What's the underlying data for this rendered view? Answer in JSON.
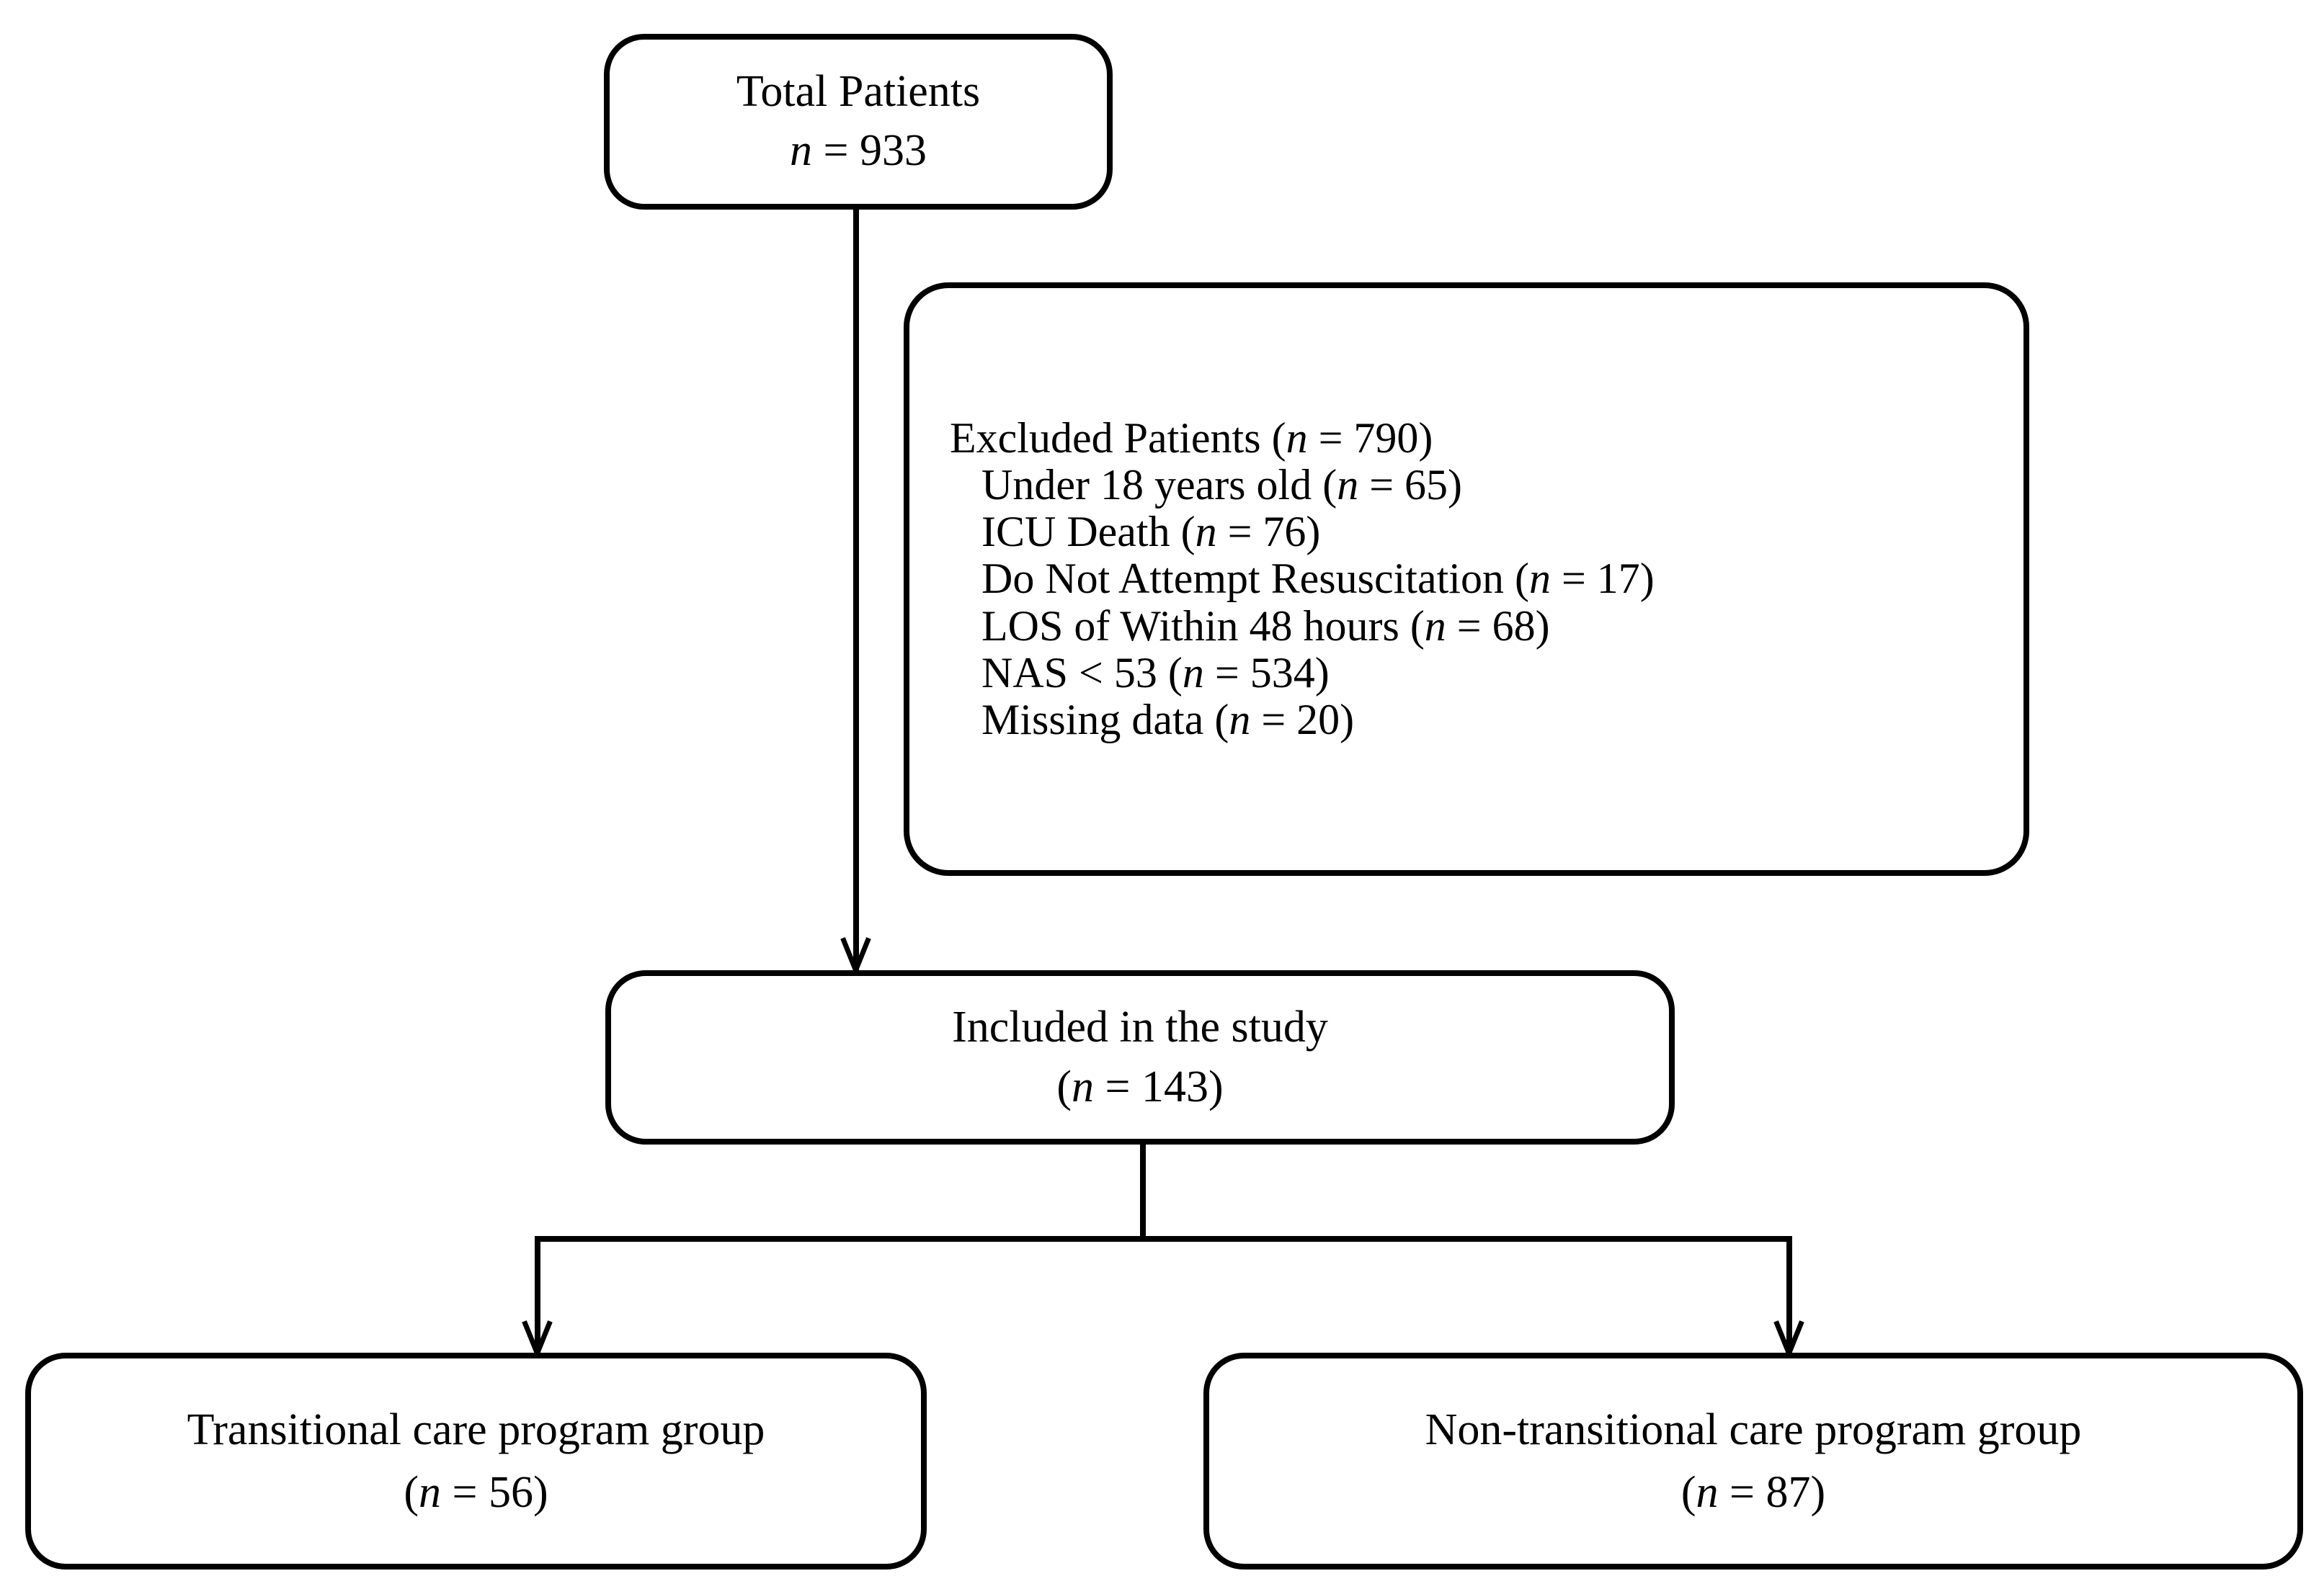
{
  "diagram": {
    "type": "study-flow-diagram",
    "nodes": {
      "total": {
        "line1": "Total Patients",
        "line2_prefix": "n",
        "line2_suffix": " = 933"
      },
      "excluded": {
        "header_prefix": "Excluded Patients (",
        "header_n": "n",
        "header_suffix": " = 790)",
        "items": [
          {
            "label": "Under 18 years old (",
            "n": "n",
            "suffix": " = 65)"
          },
          {
            "label": "ICU Death (",
            "n": "n",
            "suffix": " = 76)"
          },
          {
            "label": "Do Not Attempt Resuscitation (",
            "n": "n",
            "suffix": " = 17)"
          },
          {
            "label": "LOS of Within 48 hours (",
            "n": "n",
            "suffix": " = 68)"
          },
          {
            "label": "NAS < 53 (",
            "n": "n",
            "suffix": " = 534)"
          },
          {
            "label": "Missing data (",
            "n": "n",
            "suffix": " = 20)"
          }
        ]
      },
      "included": {
        "line1": "Included in the study",
        "line2_prefix": "(",
        "line2_n": "n",
        "line2_suffix": " = 143)"
      },
      "transitional": {
        "line1": "Transitional care program group",
        "line2_prefix": "(",
        "line2_n": "n",
        "line2_suffix": " = 56)"
      },
      "non_transitional": {
        "line1": "Non-transitional care program group",
        "line2_prefix": "(",
        "line2_n": "n",
        "line2_suffix": " = 87)"
      }
    },
    "counts": {
      "total_patients": 933,
      "excluded_total": 790,
      "excluded_under_18": 65,
      "excluded_icu_death": 76,
      "excluded_dnar": 17,
      "excluded_los_under_48h": 68,
      "excluded_nas_under_53": 534,
      "excluded_missing_data": 20,
      "included": 143,
      "transitional_care_group": 56,
      "non_transitional_care_group": 87
    },
    "colors": {
      "stroke": "#000000",
      "background": "#ffffff",
      "text": "#000000"
    }
  }
}
